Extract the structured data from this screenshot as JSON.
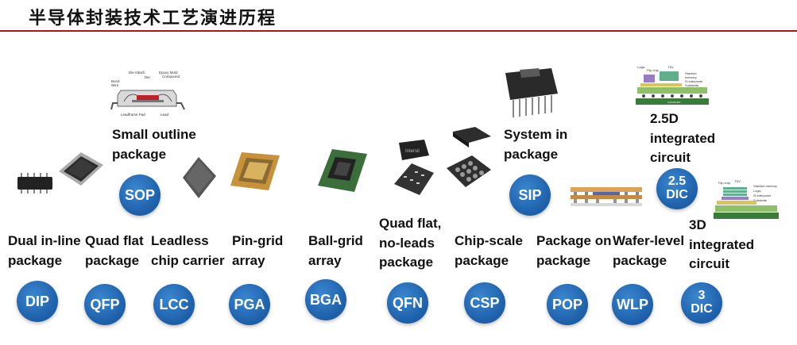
{
  "title": "半导体封装技术工艺演进历程",
  "stages": [
    {
      "abbr": "DIP",
      "name": "Dual in-line\npackage"
    },
    {
      "abbr": "QFP",
      "name": "Quad flat\npackage"
    },
    {
      "abbr": "SOP",
      "name": "Small outline\npackage"
    },
    {
      "abbr": "LCC",
      "name": "Leadless\nchip carrier"
    },
    {
      "abbr": "PGA",
      "name": "Pin-grid\narray"
    },
    {
      "abbr": "BGA",
      "name": "Ball-grid\narray"
    },
    {
      "abbr": "QFN",
      "name": "Quad flat,\nno-leads\npackage"
    },
    {
      "abbr": "CSP",
      "name": "Chip-scale\npackage"
    },
    {
      "abbr": "SIP",
      "name": "System in\npackage"
    },
    {
      "abbr": "POP",
      "name": "Package on\npackage"
    },
    {
      "abbr": "WLP",
      "name": "Wafer-level\npackage"
    },
    {
      "abbr": "2.5\nDIC",
      "name": "2.5D\nintegrated\ncircuit"
    },
    {
      "abbr": "3\nDIC",
      "name": "3D\nintegrated\ncircuit"
    }
  ]
}
